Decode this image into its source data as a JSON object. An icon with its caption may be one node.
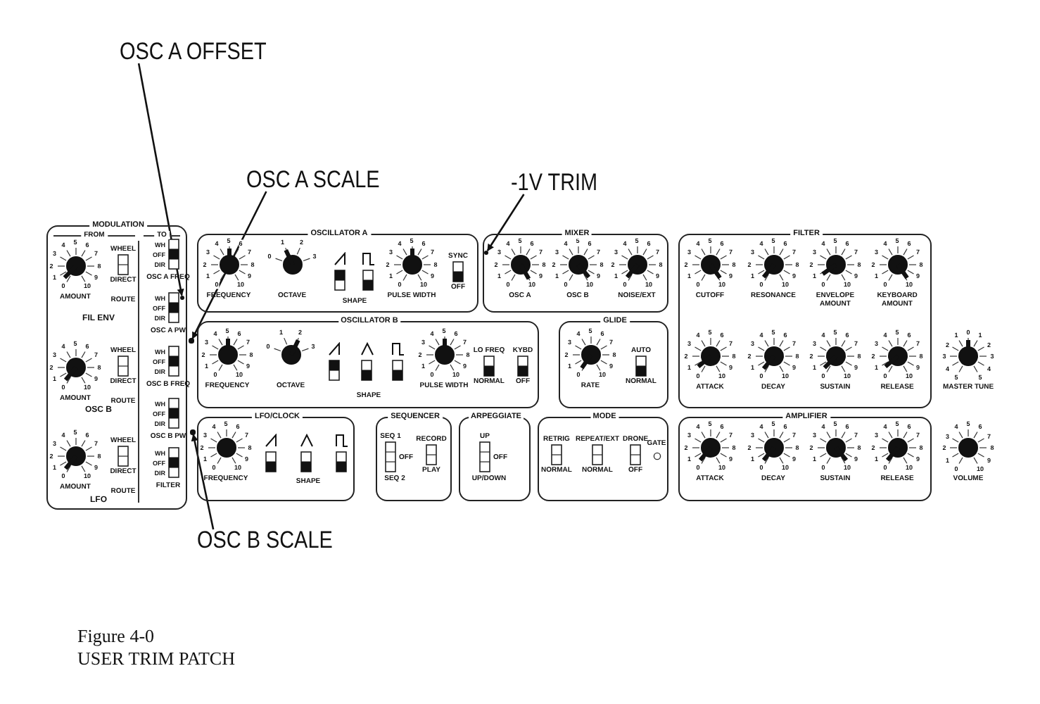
{
  "diagram": {
    "nodes": [
      {
        "text": [
          "OSC A OFFSET"
        ]
      },
      {
        "text": [
          "OSC A SCALE"
        ]
      },
      {
        "text": [
          "-1V TRIM"
        ]
      },
      {
        "text": [
          "MODULATION",
          "FROM",
          "TO"
        ]
      },
      {
        "text": [
          "0",
          "1",
          "2",
          "3",
          "4",
          "5",
          "6",
          "7",
          "8",
          "9",
          "10",
          "AMOUNT"
        ],
        "in": 3
      },
      {
        "text": [
          "WHEEL",
          "DIRECT",
          "ROUTE"
        ],
        "in": 3
      },
      {
        "text": [
          "WH",
          "OFF",
          "DIR",
          "OSC A FREQ"
        ],
        "in": 3
      },
      {
        "text": [
          "WH",
          "OFF",
          "DIR",
          "OSC A PW"
        ],
        "in": 3
      },
      {
        "text": [
          "0",
          "1",
          "2",
          "3",
          "4",
          "5",
          "6",
          "7",
          "8",
          "9",
          "10",
          "AMOUNT"
        ],
        "in": 3
      },
      {
        "text": [
          "WHEEL",
          "DIRECT",
          "ROUTE"
        ],
        "in": 3
      },
      {
        "text": [
          "WH",
          "OFF",
          "DIR",
          "OSC B FREQ"
        ],
        "in": 3
      },
      {
        "text": [
          "WH",
          "OFF",
          "DIR",
          "OSC B PW"
        ],
        "in": 3
      },
      {
        "text": [
          "0",
          "1",
          "2",
          "3",
          "4",
          "5",
          "6",
          "7",
          "8",
          "9",
          "10",
          "AMOUNT"
        ],
        "in": 3
      },
      {
        "text": [
          "WHEEL",
          "DIRECT",
          "ROUTE"
        ],
        "in": 3
      },
      {
        "text": [
          "WH",
          "OFF",
          "DIR",
          "FILTER"
        ],
        "in": 3
      },
      {
        "text": [],
        "shape": "circle",
        "in": 3
      },
      {
        "text": [
          "OSCILLATOR A"
        ]
      },
      {
        "text": [
          "0",
          "1",
          "2",
          "3",
          "4",
          "5",
          "6",
          "7",
          "8",
          "9",
          "10",
          "FREQUENCY"
        ],
        "in": 16
      },
      {
        "text": [
          "0",
          "1",
          "2",
          "3",
          "OCTAVE"
        ],
        "in": 16
      },
      {
        "text": [],
        "shape": "box",
        "in": 16
      },
      {
        "text": [],
        "shape": "box",
        "in": 16
      },
      {
        "text": [
          "0",
          "1",
          "2",
          "3",
          "4",
          "5",
          "6",
          "7",
          "8",
          "9",
          "10",
          "PULSE WIDTH"
        ],
        "in": 16
      },
      {
        "text": [
          "SYNC",
          "OFF"
        ],
        "in": 16
      },
      {
        "text": [
          "MIXER"
        ]
      },
      {
        "text": [
          "0",
          "1",
          "2",
          "3",
          "4",
          "5",
          "6",
          "7",
          "8",
          "9",
          "10",
          "OSC A"
        ],
        "in": 23
      },
      {
        "text": [
          "0",
          "1",
          "2",
          "3",
          "4",
          "5",
          "6",
          "7",
          "8",
          "9",
          "10",
          "OSC B"
        ],
        "in": 23
      },
      {
        "text": [
          "0",
          "1",
          "2",
          "3",
          "4",
          "5",
          "6",
          "7",
          "8",
          "9",
          "10",
          "NOISE/EXT"
        ],
        "in": 23
      },
      {
        "text": [],
        "shape": "circle",
        "in": 23
      },
      {
        "text": [
          "FILTER"
        ]
      },
      {
        "text": [
          "0",
          "1",
          "2",
          "3",
          "4",
          "5",
          "6",
          "7",
          "8",
          "9",
          "10",
          "CUTOFF"
        ],
        "in": 28
      },
      {
        "text": [
          "0",
          "1",
          "2",
          "3",
          "4",
          "5",
          "6",
          "7",
          "8",
          "9",
          "10",
          "RESONANCE"
        ],
        "in": 28
      },
      {
        "text": [
          "0",
          "1",
          "2",
          "3",
          "4",
          "5",
          "6",
          "7",
          "8",
          "9",
          "10",
          "ENVELOPE AMOUNT"
        ],
        "in": 28
      },
      {
        "text": [
          "0",
          "1",
          "2",
          "3",
          "4",
          "5",
          "6",
          "7",
          "8",
          "9",
          "10",
          "KEYBOARD AMOUNT"
        ],
        "in": 28
      },
      {
        "text": [],
        "shape": "circle"
      },
      {
        "text": [
          "OSCILLATOR B"
        ]
      },
      {
        "text": [
          "0",
          "1",
          "2",
          "3",
          "4",
          "5",
          "6",
          "7",
          "8",
          "9",
          "10",
          "FREQUENCY"
        ],
        "in": 34
      },
      {
        "text": [
          "0",
          "1",
          "2",
          "3",
          "OCTAVE"
        ],
        "in": 34
      },
      {
        "text": [],
        "shape": "box",
        "in": 34
      },
      {
        "text": [],
        "shape": "box",
        "in": 34
      },
      {
        "text": [],
        "shape": "box",
        "in": 34
      },
      {
        "text": [
          "0",
          "1",
          "2",
          "3",
          "4",
          "5",
          "6",
          "7",
          "8",
          "9",
          "10",
          "PULSE WIDTH"
        ],
        "in": 34
      },
      {
        "text": [
          "LO FREQ",
          "NORMAL"
        ],
        "in": 34
      },
      {
        "text": [
          "KYBD",
          "OFF"
        ],
        "in": 34
      },
      {
        "text": [
          "GLIDE"
        ]
      },
      {
        "text": [
          "0",
          "1",
          "2",
          "3",
          "4",
          "5",
          "6",
          "7",
          "8",
          "9",
          "10",
          "RATE"
        ],
        "in": 43
      },
      {
        "text": [
          "AUTO",
          "NORMAL"
        ],
        "in": 43
      },
      {
        "text": [
          "0",
          "1",
          "2",
          "3",
          "4",
          "5",
          "6",
          "7",
          "8",
          "9",
          "10",
          "ATTACK"
        ],
        "in": 28
      },
      {
        "text": [
          "0",
          "1",
          "2",
          "3",
          "4",
          "5",
          "6",
          "7",
          "8",
          "9",
          "10",
          "DECAY"
        ],
        "in": 28
      },
      {
        "text": [
          "0",
          "1",
          "2",
          "3",
          "4",
          "5",
          "6",
          "7",
          "8",
          "9",
          "10",
          "SUSTAIN"
        ],
        "in": 28
      },
      {
        "text": [
          "0",
          "1",
          "2",
          "3",
          "4",
          "5",
          "6",
          "7",
          "8",
          "9",
          "10",
          "RELEASE"
        ],
        "in": 28
      },
      {
        "text": [
          "5",
          "4",
          "3",
          "2",
          "1",
          "0",
          "1",
          "2",
          "3",
          "4",
          "5",
          "MASTER TUNE"
        ]
      },
      {
        "text": [],
        "shape": "circle"
      },
      {
        "text": [
          "LFO/CLOCK"
        ]
      },
      {
        "text": [
          "0",
          "1",
          "2",
          "3",
          "4",
          "5",
          "6",
          "7",
          "8",
          "9",
          "10",
          "FREQUENCY"
        ],
        "in": 52
      },
      {
        "text": [],
        "shape": "box",
        "in": 52
      },
      {
        "text": [],
        "shape": "box",
        "in": 52
      },
      {
        "text": [],
        "shape": "box",
        "in": 52
      },
      {
        "text": [
          "SEQUENCER"
        ]
      },
      {
        "text": [
          "SEQ 1",
          "OFF",
          "SEQ 2"
        ],
        "in": 57
      },
      {
        "text": [
          "RECORD",
          "PLAY"
        ],
        "in": 57
      },
      {
        "text": [
          "ARPEGGIATE"
        ]
      },
      {
        "text": [
          "UP",
          "OFF",
          "UP/DOWN"
        ],
        "in": 60
      },
      {
        "text": [
          "MODE"
        ]
      },
      {
        "text": [
          "RETRIG",
          "NORMAL"
        ],
        "in": 62
      },
      {
        "text": [
          "REPEAT/EXT",
          "NORMAL"
        ],
        "in": 62
      },
      {
        "text": [
          "DRONE",
          "OFF"
        ],
        "in": 62
      },
      {
        "text": [
          "GATE"
        ],
        "in": 62
      },
      {
        "text": [
          "AMPLIFIER"
        ]
      },
      {
        "text": [
          "0",
          "1",
          "2",
          "3",
          "4",
          "5",
          "6",
          "7",
          "8",
          "9",
          "10",
          "ATTACK"
        ],
        "in": 67
      },
      {
        "text": [
          "0",
          "1",
          "2",
          "3",
          "4",
          "5",
          "6",
          "7",
          "8",
          "9",
          "10",
          "DECAY"
        ],
        "in": 67
      },
      {
        "text": [
          "0",
          "1",
          "2",
          "3",
          "4",
          "5",
          "6",
          "7",
          "8",
          "9",
          "10",
          "SUSTAIN"
        ],
        "in": 67
      },
      {
        "text": [
          "0",
          "1",
          "2",
          "3",
          "4",
          "5",
          "6",
          "7",
          "8",
          "9",
          "10",
          "RELEASE"
        ],
        "in": 67
      },
      {
        "text": [
          "0",
          "1",
          "2",
          "3",
          "4",
          "5",
          "6",
          "7",
          "8",
          "9",
          "10",
          "VOLUME"
        ]
      },
      {
        "text": [
          "OSC B SCALE"
        ]
      }
    ],
    "edges": [
      {
        "from": 0,
        "to": 15,
        "arrow": "to"
      },
      {
        "from": 1,
        "to": 33,
        "arrow": "to"
      },
      {
        "from": 2,
        "to": 27,
        "arrow": "to"
      },
      {
        "from": 73,
        "to": 51,
        "arrow": "to"
      }
    ],
    "labels": [
      "SHAPE",
      "FIL ENV",
      "SHAPE",
      "OSC B",
      "SHAPE",
      "LFO",
      "Figure 4-0",
      "USER TRIM PATCH"
    ]
  }
}
